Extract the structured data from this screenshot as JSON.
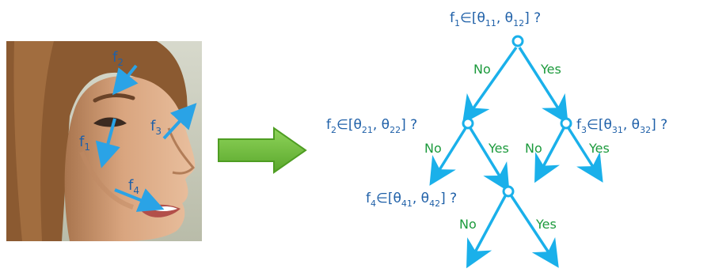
{
  "face_features": [
    {
      "id": "f2",
      "base": "f",
      "sub": "2"
    },
    {
      "id": "f3",
      "base": "f",
      "sub": "3"
    },
    {
      "id": "f1",
      "base": "f",
      "sub": "1"
    },
    {
      "id": "f4",
      "base": "f",
      "sub": "4"
    }
  ],
  "tree": {
    "nodes": [
      {
        "id": "root",
        "feature": "f",
        "fsub": "1",
        "ta": "θ",
        "tasub": "11",
        "tb": "θ",
        "tbsub": "12"
      },
      {
        "id": "left",
        "feature": "f",
        "fsub": "2",
        "ta": "θ",
        "tasub": "21",
        "tb": "θ",
        "tbsub": "22"
      },
      {
        "id": "right",
        "feature": "f",
        "fsub": "3",
        "ta": "θ",
        "tasub": "31",
        "tb": "θ",
        "tbsub": "32"
      },
      {
        "id": "lower",
        "feature": "f",
        "fsub": "4",
        "ta": "θ",
        "tasub": "41",
        "tb": "θ",
        "tbsub": "42"
      }
    ],
    "member_symbol": "∈",
    "question_mark": "?",
    "no_label": "No",
    "yes_label": "Yes"
  },
  "colors": {
    "tree_line": "#1ab0ea",
    "text_blue": "#1f60a8",
    "branch_green": "#1c9a3c",
    "arrow_green": "#6fbf3a",
    "arrow_green_dark": "#4e9d22",
    "face_arrow": "#2aa3e6"
  }
}
